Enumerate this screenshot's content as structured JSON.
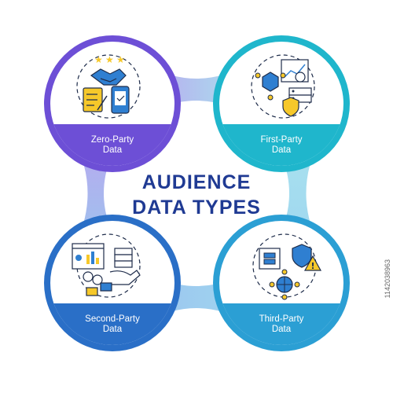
{
  "title": {
    "line1": "AUDIENCE",
    "line2": "DATA TYPES"
  },
  "colors": {
    "purple": "#6d4fd6",
    "teal": "#1fb6cc",
    "blue": "#2a6fc7",
    "sky": "#2b9fd4",
    "navy": "#1f3a93",
    "icon_yellow": "#f6c82a",
    "icon_blue": "#2f7fd1",
    "icon_line": "#1e2c4a"
  },
  "quadrants": [
    {
      "line1": "Zero-Party",
      "line2": "Data",
      "icons": [
        "handshake-icon",
        "stars-icon",
        "checklist-icon",
        "smartphone-icon"
      ]
    },
    {
      "line1": "First-Party",
      "line2": "Data",
      "icons": [
        "network-cube-icon",
        "analytics-chart-icon",
        "server-icon",
        "shield-icon"
      ]
    },
    {
      "line1": "Second-Party",
      "line2": "Data",
      "icons": [
        "dashboard-icon",
        "server-icon",
        "users-icon",
        "hand-icon"
      ]
    },
    {
      "line1": "Third-Party",
      "line2": "Data",
      "icons": [
        "server-expand-icon",
        "shield-icon",
        "warning-icon",
        "globe-network-icon"
      ]
    }
  ],
  "watermark": "1142038963"
}
